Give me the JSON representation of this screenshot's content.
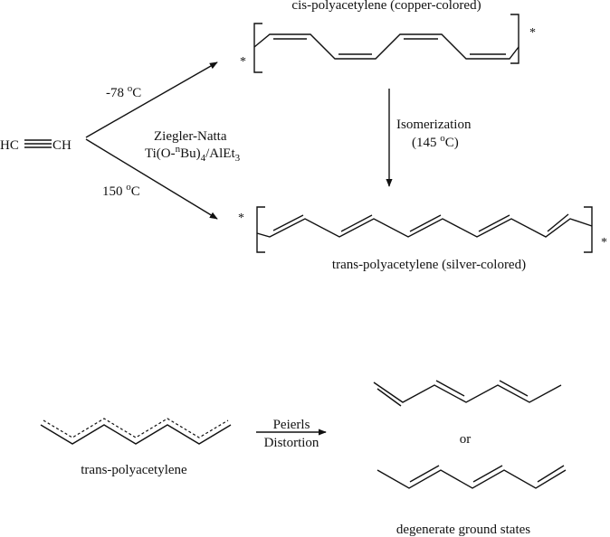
{
  "reactant": {
    "left": "HC",
    "right": "CH"
  },
  "conditions": {
    "catalyst_name": "Ziegler-Natta",
    "catalyst_prefix": "Ti(O-",
    "catalyst_superscript": "n",
    "catalyst_middle": "Bu)",
    "catalyst_subscript_1": "4",
    "catalyst_middle_2": "/AlEt",
    "catalyst_subscript_2": "3",
    "low_temp_value": "-78 ",
    "low_temp_unit_sup": "o",
    "low_temp_unit": "C",
    "high_temp_value": "150 ",
    "high_temp_unit_sup": "o",
    "high_temp_unit": "C"
  },
  "cis_product": {
    "label": "cis-polyacetylene (copper-colored)",
    "end_mark": "*"
  },
  "trans_product": {
    "label": "trans-polyacetylene (silver-colored)",
    "end_mark": "*"
  },
  "isomerization": {
    "label": "Isomerization",
    "temp_prefix": "(145 ",
    "temp_sup": "o",
    "temp_suffix": "C)"
  },
  "peierls": {
    "reactant_label": "trans-polyacetylene",
    "arrow_label_line1": "Peierls",
    "arrow_label_line2": "Distortion",
    "or_text": "or",
    "products_label": "degenerate ground states"
  }
}
